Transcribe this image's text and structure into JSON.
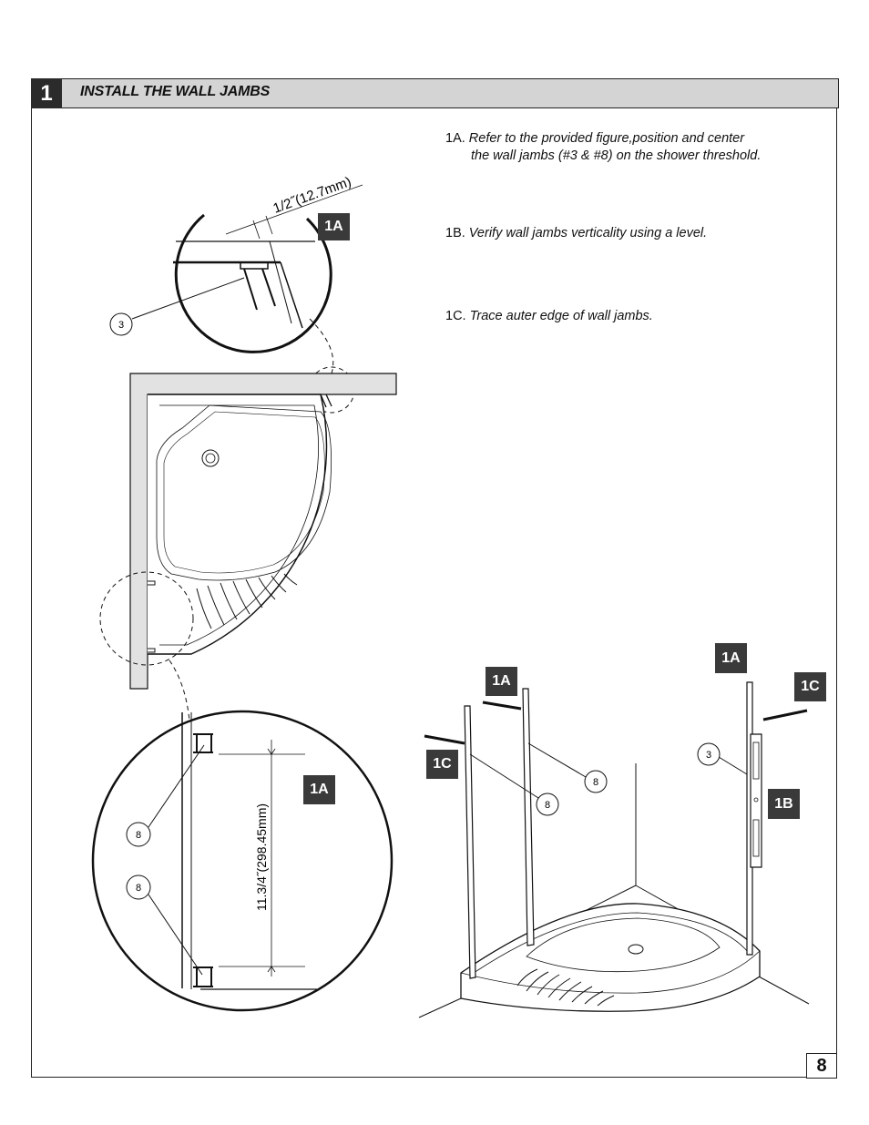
{
  "step": {
    "number": "1",
    "title": "INSTALL THE WALL JAMBS"
  },
  "instructions": [
    {
      "label": "1A.",
      "line1": "Refer to the provided figure,position and center",
      "line2": "the wall jambs (#3 & #8) on the shower threshold."
    },
    {
      "label": "1B.",
      "line1": "Verify wall jambs verticality using a level.",
      "line2": ""
    },
    {
      "label": "1C.",
      "line1": "Trace auter edge of wall jambs.",
      "line2": ""
    }
  ],
  "diagram_labels": {
    "dim_top": "1/2˝(12.7mm)",
    "dim_bottom": "11.3/4˝(298.45mm)",
    "tag_1a": "1A",
    "tag_1b": "1B",
    "tag_1c": "1C",
    "part_3": "3",
    "part_8": "8"
  },
  "page_number": "8"
}
